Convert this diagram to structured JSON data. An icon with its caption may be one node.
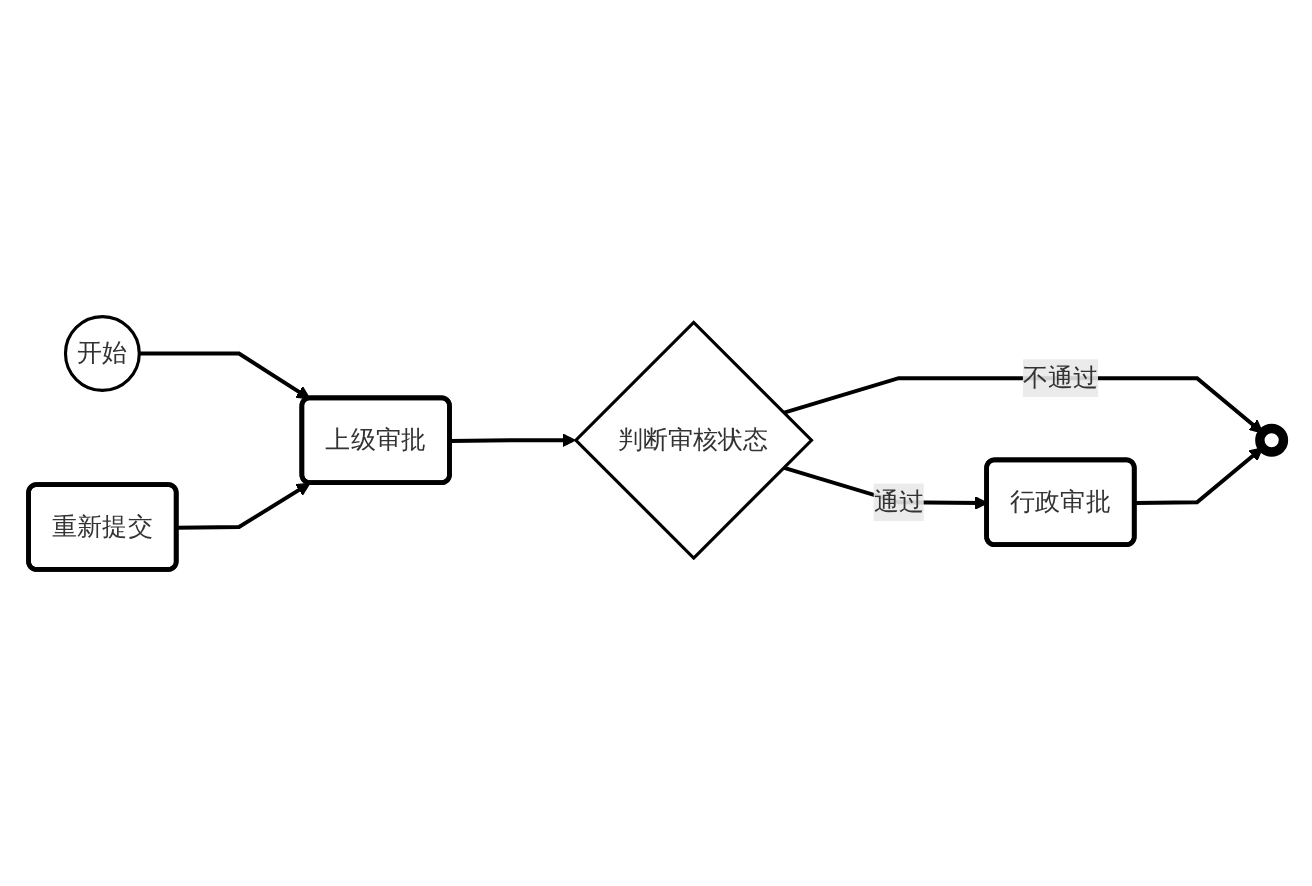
{
  "diagram": {
    "nodes": [
      {
        "text": [
          "开始"
        ]
      },
      {
        "text": [
          "重新提交"
        ]
      },
      {
        "text": [
          "上级审批"
        ]
      },
      {
        "text": [
          "判断审核状态"
        ]
      },
      {
        "text": [],
        "shape": "circle"
      },
      {
        "text": [
          "行政审批"
        ]
      }
    ],
    "edges": [
      {
        "from": 0,
        "to": 2,
        "arrow": "to"
      },
      {
        "from": 1,
        "to": 2,
        "arrow": "to"
      },
      {
        "from": 2,
        "to": 3,
        "arrow": "to"
      },
      {
        "from": 3,
        "to": 4,
        "arrow": "to",
        "label": "不通过"
      },
      {
        "from": 3,
        "to": 5,
        "arrow": "to",
        "label": "通过"
      },
      {
        "from": 5,
        "to": 4,
        "arrow": "to"
      }
    ]
  }
}
